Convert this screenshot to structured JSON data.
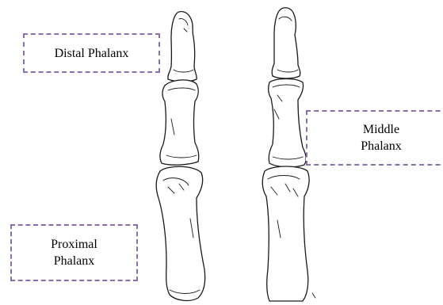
{
  "labels": {
    "distal": "Distal Phalanx",
    "middle": "Middle\nPhalanx",
    "proximal": "Proximal\nPhalanx"
  },
  "colors": {
    "label_border": "#8a6fae",
    "bone_stroke": "#1a1a1a",
    "background": "#ffffff"
  }
}
